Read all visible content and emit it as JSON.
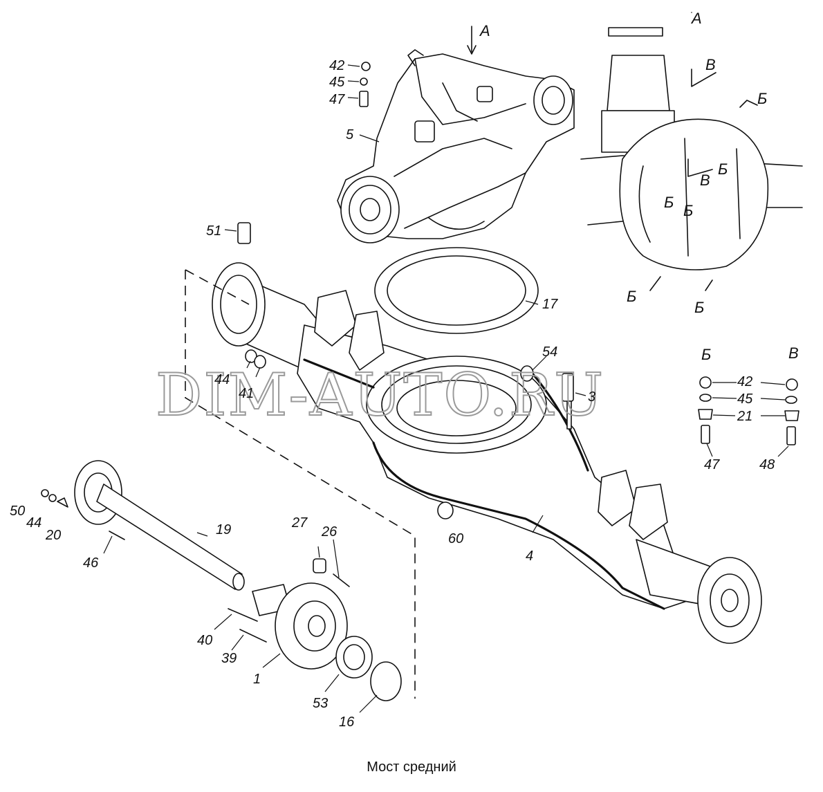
{
  "caption": "Мост средний",
  "watermark": "DIM-AUTO.RU",
  "view_labels": {
    "arrow_a": "A",
    "view_a_title": "A",
    "section_b": "Б",
    "section_v": "B"
  },
  "fastener_sets": {
    "b_header": "Б",
    "v_header": "B",
    "b_items": [
      "42",
      "45",
      "21",
      "47"
    ],
    "v_items": [
      "42",
      "45",
      "21",
      "48"
    ]
  },
  "callouts": {
    "c42": "42",
    "c45": "45",
    "c47": "47",
    "c5": "5",
    "c51": "51",
    "c17": "17",
    "c54": "54",
    "c3": "3",
    "c44_top": "44",
    "c41": "41",
    "c50": "50",
    "c44": "44",
    "c20": "20",
    "c46": "46",
    "c19": "19",
    "c27": "27",
    "c26": "26",
    "c60": "60",
    "c4": "4",
    "c40": "40",
    "c39": "39",
    "c1": "1",
    "c53": "53",
    "c16": "16"
  },
  "colors": {
    "ink": "#111111",
    "background": "#ffffff",
    "watermark": "#9a9a9a"
  }
}
